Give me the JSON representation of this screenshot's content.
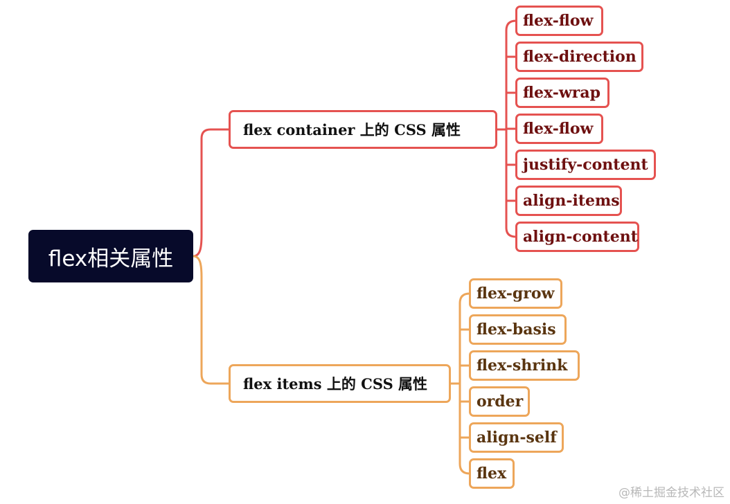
{
  "colors": {
    "root_bg": "#070a2a",
    "red_branch": "#e55250",
    "orange_branch": "#eda65a",
    "red_text": "#6e1010",
    "orange_text": "#5a3510"
  },
  "root": {
    "label": "flex相关属性"
  },
  "branches": [
    {
      "label": "flex container 上的 CSS 属性",
      "color": "#e55250",
      "children": [
        "flex-flow",
        "flex-direction",
        "flex-wrap",
        "flex-flow",
        "justify-content",
        "align-items",
        "align-content"
      ]
    },
    {
      "label": "flex items 上的 CSS 属性",
      "color": "#eda65a",
      "children": [
        "flex-grow",
        "flex-basis",
        "flex-shrink",
        "order",
        "align-self",
        "flex"
      ]
    }
  ],
  "watermark": "@稀土掘金技术社区"
}
